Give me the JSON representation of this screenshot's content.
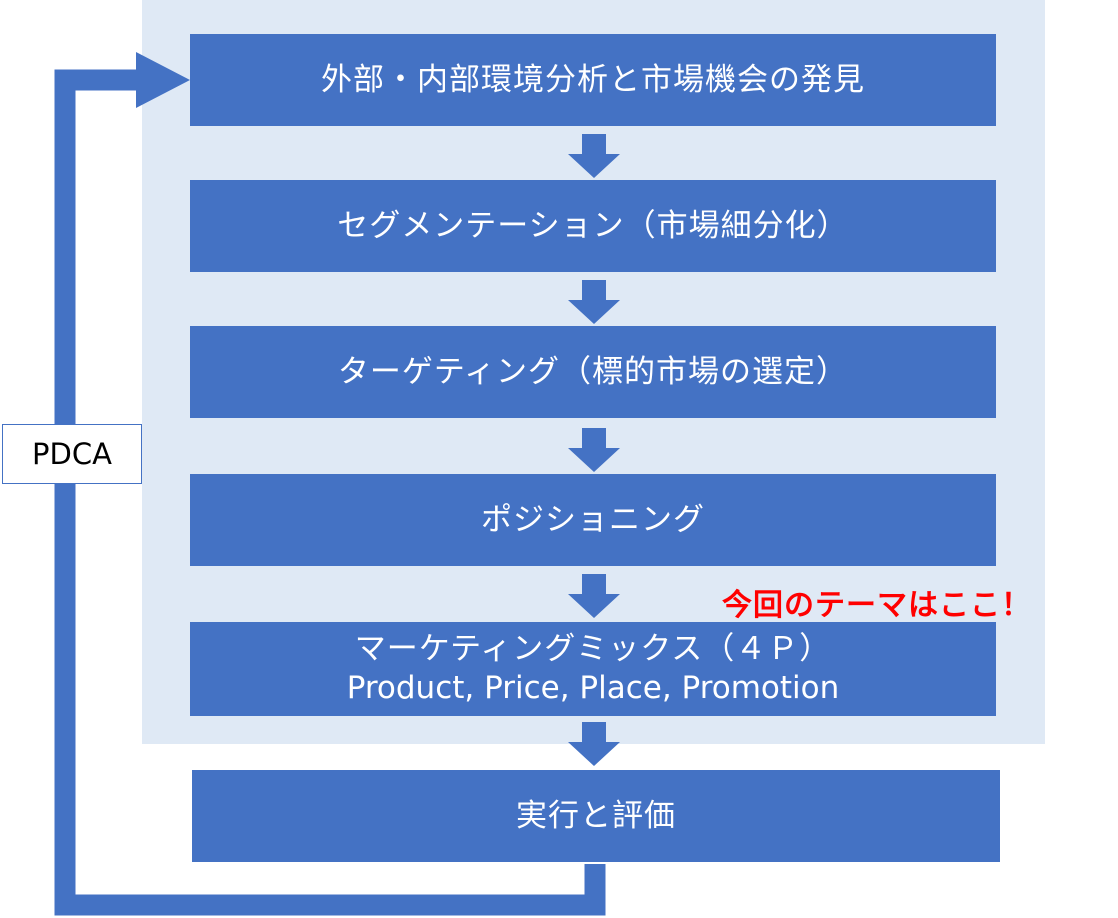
{
  "colors": {
    "step_fill": "#4472c4",
    "panel_fill": "#dfe9f5",
    "callout_text": "#ff0000"
  },
  "steps": [
    {
      "label": "外部・内部環境分析と市場機会の発見"
    },
    {
      "label": "セグメンテーション（市場細分化）"
    },
    {
      "label": "ターゲティング（標的市場の選定）"
    },
    {
      "label": "ポジショニング"
    },
    {
      "label": "マーケティングミックス（４Ｐ）",
      "sub": "Product, Price, Place, Promotion"
    },
    {
      "label": "実行と評価"
    }
  ],
  "loop_label": "PDCA",
  "callout": "今回のテーマはここ！",
  "icons": {
    "down_arrow": "down-arrow-icon",
    "loop_arrow": "loop-arrow-icon"
  }
}
